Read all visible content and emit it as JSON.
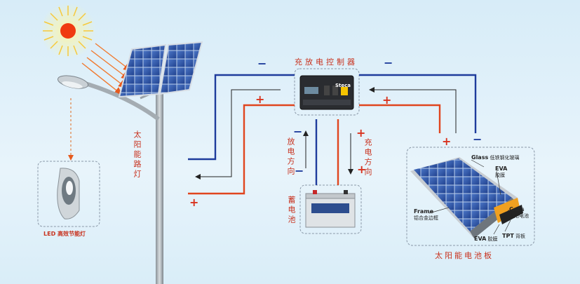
{
  "labels": {
    "controller": "充放电控制器",
    "street_light": "太阳能路灯",
    "discharge_dir": "放电方向",
    "charge_dir": "充电方向",
    "battery": "蓄电池",
    "led_lamp": "LED 高效节能灯",
    "solar_panel": "太阳能电池板"
  },
  "signs": {
    "negative": "−",
    "positive": "+"
  },
  "panel_parts": {
    "glass_en": "Glass",
    "glass_cn": "低铁钢化玻璃",
    "eva_top_en": "EVA",
    "eva_top_cn": "胶膜",
    "frame_en": "Frame",
    "frame_cn": "铝合金边框",
    "cells_en": "Cells",
    "cells_cn": "太阳电池",
    "eva_bot_en": "EVA",
    "eva_bot_cn": "胶膜",
    "tpt_en": "TPT",
    "tpt_cn": "背板"
  },
  "controller_brand": "Steca",
  "colors": {
    "negative_wire": "#1e3c9c",
    "positive_wire": "#e0451e",
    "label_red": "#c8321e",
    "sun": "#f03a10",
    "sky": "#d7ecf8"
  }
}
